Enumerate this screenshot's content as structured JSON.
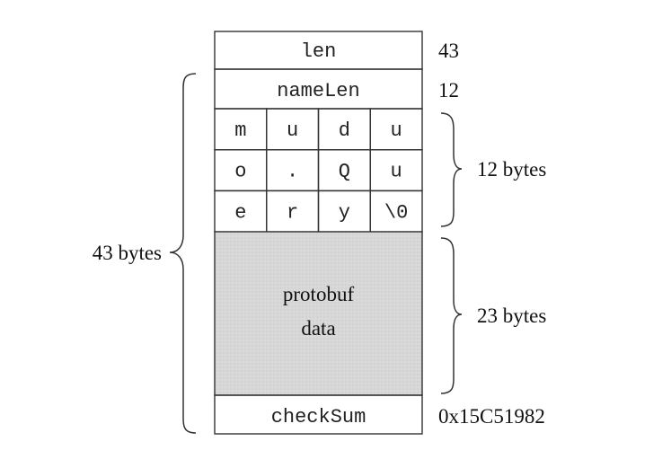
{
  "fields": {
    "len": {
      "label": "len",
      "value": "43"
    },
    "nameLen": {
      "label": "nameLen",
      "value": "12"
    },
    "name_chars": [
      [
        "m",
        "u",
        "d",
        "u"
      ],
      [
        "o",
        ".",
        "Q",
        "u"
      ],
      [
        "e",
        "r",
        "y",
        "\\0"
      ]
    ],
    "protobuf": {
      "line1": "protobuf",
      "line2": "data"
    },
    "checkSum": {
      "label": "checkSum",
      "value": "0x15C51982"
    }
  },
  "braces": {
    "total": "43 bytes",
    "name": "12 bytes",
    "protobuf": "23 bytes"
  },
  "colors": {
    "protobuf_fill": "#d6d6d6",
    "line": "#333333"
  }
}
